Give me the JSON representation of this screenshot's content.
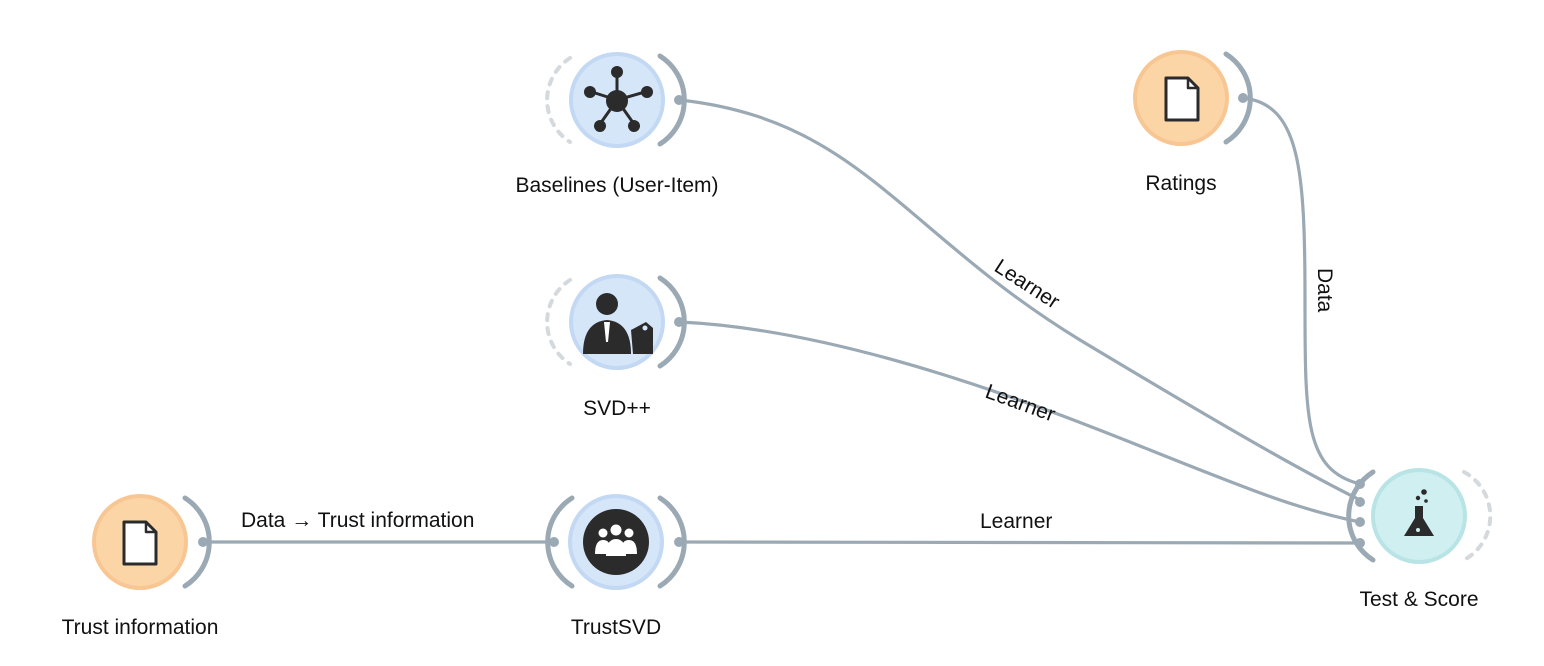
{
  "colors": {
    "link": "#9aa9b4",
    "orange_fill": "#fcd5a6",
    "orange_ring": "#f7c693",
    "blue_fill": "#d6e6f9",
    "blue_ring": "#c3d8f3",
    "teal_fill": "#cfeff0",
    "teal_ring": "#b8e4e6",
    "dark_icon": "#2b2b2b"
  },
  "nodes": {
    "baselines": {
      "label": "Baselines (User-Item)",
      "icon": "network-icon"
    },
    "ratings": {
      "label": "Ratings",
      "icon": "file-icon"
    },
    "svdpp": {
      "label": "SVD++",
      "icon": "person-tag-icon"
    },
    "trust_information": {
      "label": "Trust information",
      "icon": "file-icon"
    },
    "trustsvd": {
      "label": "TrustSVD",
      "icon": "group-icon"
    },
    "test_score": {
      "label": "Test & Score",
      "icon": "flask-icon"
    }
  },
  "links": {
    "baselines_to_test": {
      "label": "Learner"
    },
    "ratings_to_test": {
      "label": "Data"
    },
    "svdpp_to_test": {
      "label": "Learner"
    },
    "trust_to_trustsvd": {
      "label": "Data → Trust information"
    },
    "trustsvd_to_test": {
      "label": "Learner"
    }
  }
}
